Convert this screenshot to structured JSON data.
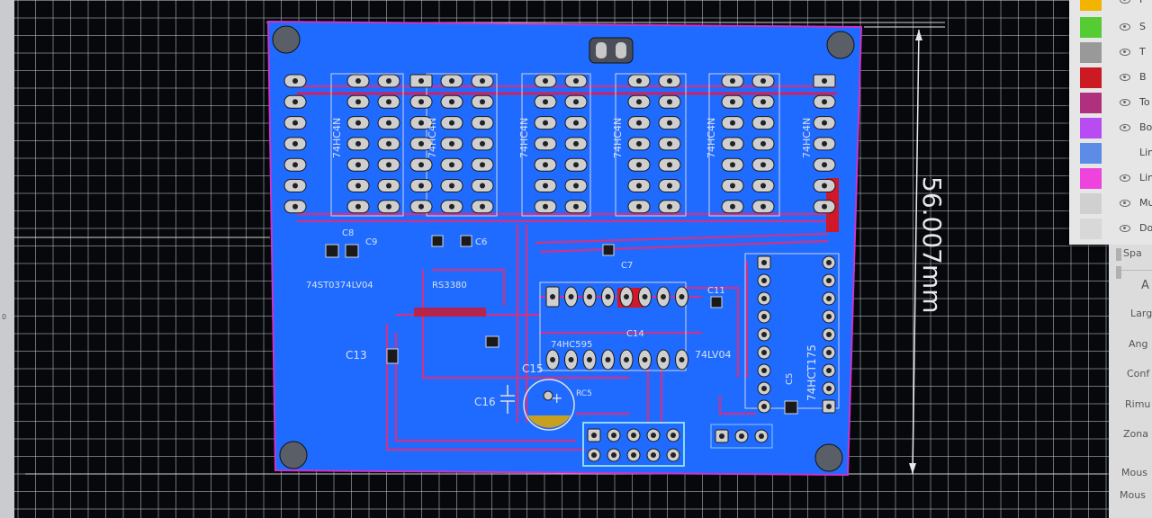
{
  "app": {
    "screen": "PCB layout editor",
    "accent": "#c044c8"
  },
  "board": {
    "fill_color": "#1f6bff",
    "outline_color": "#cc33cc",
    "dimension_label": "56.007mm"
  },
  "components": {
    "ic_labels": [
      "74HC4N",
      "74HC4N",
      "74HC4N",
      "74HC4N",
      "74HC4N",
      "74HC4N"
    ],
    "small_labels": [
      {
        "id": "reg1",
        "text": "74ST0374LV04"
      },
      {
        "id": "cap_c8",
        "text": "C8"
      },
      {
        "id": "cap_c9",
        "text": "C9"
      },
      {
        "id": "cap_c6",
        "text": "C6"
      },
      {
        "id": "ic_rs",
        "text": "RS3380"
      },
      {
        "id": "cap_c7",
        "text": "C7"
      },
      {
        "id": "cap_c13",
        "text": "C13"
      },
      {
        "id": "ic_u2",
        "text": "74HC595"
      },
      {
        "id": "cap_c15",
        "text": "C15"
      },
      {
        "id": "cap_c16",
        "text": "C16"
      },
      {
        "id": "cap_c14",
        "text": "C14"
      },
      {
        "id": "cap_c11",
        "text": "C11"
      },
      {
        "id": "ic_lv",
        "text": "74LV04"
      },
      {
        "id": "ic_hct",
        "text": "74HCT175"
      },
      {
        "id": "cap_c5",
        "text": "C5"
      },
      {
        "id": "ic_rc",
        "text": "RC5"
      }
    ]
  },
  "layers_panel": {
    "items": [
      {
        "color": "#f2b400",
        "name": "F"
      },
      {
        "color": "#55cc33",
        "name": "S"
      },
      {
        "color": "#999999",
        "name": "T"
      },
      {
        "color": "#cc1a22",
        "name": "B"
      },
      {
        "color": "#b0307d",
        "name": "To"
      },
      {
        "color": "#b84cf2",
        "name": "Bo"
      },
      {
        "color": "#5c8ce6",
        "name": "Lin"
      },
      {
        "color": "#ee44dd",
        "name": "Lin"
      },
      {
        "color": "#d0d0d0",
        "name": "Mu"
      },
      {
        "color": "#d8d8d8",
        "name": "Do"
      }
    ]
  },
  "props_panel": {
    "items": [
      "Spa",
      "A",
      "Larg",
      "Ang",
      "Conf",
      "Rimu",
      "Zona",
      "Mous",
      "Mous"
    ]
  },
  "ruler": {
    "left_mark": "0"
  }
}
